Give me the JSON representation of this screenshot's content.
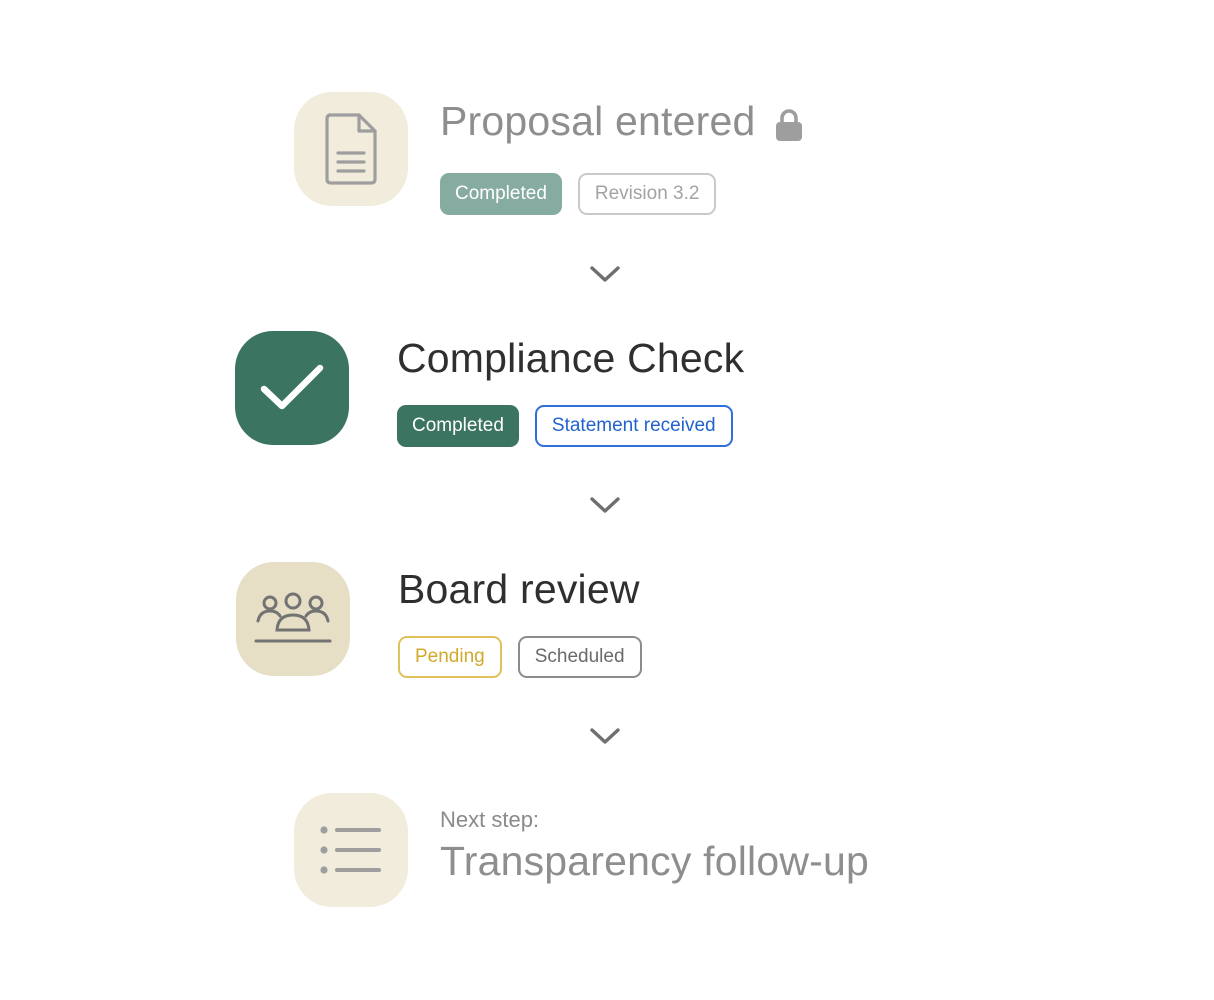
{
  "steps": [
    {
      "title": "Proposal entered",
      "icon": "document-icon",
      "locked": true,
      "badges": [
        "Completed",
        "Revision 3.2"
      ]
    },
    {
      "title": "Compliance Check",
      "icon": "checkmark-icon",
      "badges": [
        "Completed",
        "Statement received"
      ]
    },
    {
      "title": "Board review",
      "icon": "group-icon",
      "badges": [
        "Pending",
        "Scheduled"
      ]
    },
    {
      "prefix": "Next step:",
      "title": "Transparency follow-up",
      "icon": "list-icon"
    }
  ],
  "colors": {
    "accent_green": "#3b7461",
    "muted_green": "#86aba0",
    "info_blue": "#2f6fdc",
    "pending_yellow": "#e0c15a",
    "tile_beige": "#f1ecdc",
    "tile_beige_strong": "#e6dfc6"
  }
}
